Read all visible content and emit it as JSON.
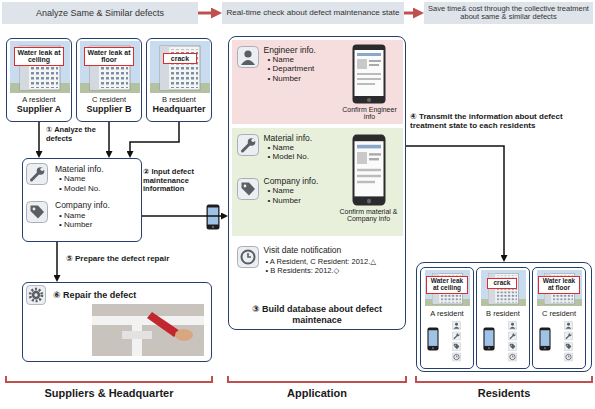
{
  "diagram": {
    "nodes": [
      {
        "text": [
          "Analyze Same & Similar defects"
        ]
      },
      {
        "text": [
          "Real-time check about defect maintenance state"
        ]
      },
      {
        "text": [
          "Save time& cost through the collective treatment about same & similar defects"
        ]
      },
      {
        "text": [
          "A resident",
          "Supplier A"
        ]
      },
      {
        "text": [
          "Water leak at ceiling"
        ],
        "in": 3
      },
      {
        "text": [
          "C resident",
          "Supplier B"
        ]
      },
      {
        "text": [
          "Water leak at floor"
        ],
        "in": 5
      },
      {
        "text": [
          "B resident",
          "Headquarter"
        ]
      },
      {
        "text": [
          "crack"
        ],
        "in": 7
      },
      {
        "text": [
          "Material info.",
          "• Name",
          "• Model No.",
          "Company info.",
          "• Name",
          "• Number"
        ]
      },
      {
        "text": [
          "⑥ Repair the defect"
        ]
      },
      {
        "text": [
          "③ Build database about defect maintenace"
        ]
      },
      {
        "text": [
          "Engineer info.",
          "• Name",
          "• Department",
          "• Number",
          "Confirm Engineer info"
        ],
        "in": 11
      },
      {
        "text": [
          "Material info.",
          "• Name",
          "• Model No.",
          "Company info.",
          "• Name",
          "• Number",
          "Confirm material & Company info"
        ],
        "in": 11
      },
      {
        "text": [
          "Visit date notification",
          "• A Resident, C Resident: 2012.△",
          "• B Residents: 2012.◇"
        ],
        "in": 11
      },
      {
        "text": []
      },
      {
        "text": [
          "A resident"
        ],
        "in": 15
      },
      {
        "text": [
          "Water leak at ceiling"
        ],
        "in": 16
      },
      {
        "text": [
          "B resident"
        ],
        "in": 15
      },
      {
        "text": [
          "crack"
        ],
        "in": 18
      },
      {
        "text": [
          "C resident"
        ],
        "in": 15
      },
      {
        "text": [
          "Water leak at floor"
        ],
        "in": 20
      }
    ],
    "edges": [
      {
        "from": 0,
        "to": 1,
        "arrow": "to"
      },
      {
        "from": 1,
        "to": 2,
        "arrow": "to"
      },
      {
        "from": 3,
        "to": 9,
        "arrow": "to"
      },
      {
        "from": 5,
        "to": 9,
        "arrow": "to",
        "label": "① Analyze the defects"
      },
      {
        "from": 7,
        "to": 9,
        "arrow": "to"
      },
      {
        "from": 9,
        "to": 11,
        "arrow": "to",
        "label": "② Input defect maintenance information"
      },
      {
        "from": 11,
        "to": 15,
        "arrow": "to",
        "label": "④ Transmit the information about defect treatment state to each residents"
      },
      {
        "from": 9,
        "to": 10,
        "arrow": "to",
        "label": "⑤ Prepare the defect repair"
      }
    ],
    "labels": [
      "Suppliers & Headquarter",
      "Application",
      "Residents"
    ]
  }
}
